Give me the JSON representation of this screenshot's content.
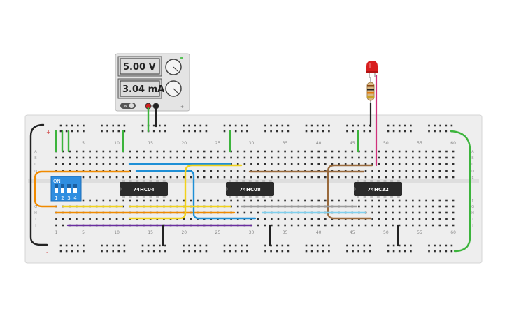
{
  "power_supply": {
    "voltage": "5.00 V",
    "current": "3.04 mA",
    "switch_label": "ON"
  },
  "chips": [
    {
      "label": "74HC04"
    },
    {
      "label": "74HC08"
    },
    {
      "label": "74HC32"
    }
  ],
  "dip_switch": {
    "on_label": "ON",
    "numbers": [
      "1",
      "2",
      "3",
      "4"
    ]
  },
  "breadboard": {
    "column_numbers": [
      "1",
      "5",
      "10",
      "15",
      "20",
      "25",
      "30",
      "35",
      "40",
      "45",
      "50",
      "55",
      "60"
    ],
    "row_letters_top": [
      "A",
      "B",
      "C",
      "D",
      "E"
    ],
    "row_letters_bottom": [
      "F",
      "G",
      "H",
      "I",
      "J"
    ],
    "rail_plus": "+",
    "rail_minus": "-"
  },
  "colors": {
    "board": "#eeeeee",
    "hole": "#2f2f2f",
    "chip": "#2b2b2b",
    "wire_orange": "#f08a00",
    "wire_blue": "#1e8fd6",
    "wire_yellow": "#f2d21a",
    "wire_brown": "#9a6a3c",
    "wire_gray": "#9b9b9b",
    "wire_lightblue": "#7fd0ef",
    "wire_purple": "#6a2ea0",
    "wire_green": "#3cb43c",
    "wire_black": "#222222",
    "wire_magenta": "#d0307a",
    "led": "#d81e1e",
    "dip": "#2f8ee0"
  }
}
